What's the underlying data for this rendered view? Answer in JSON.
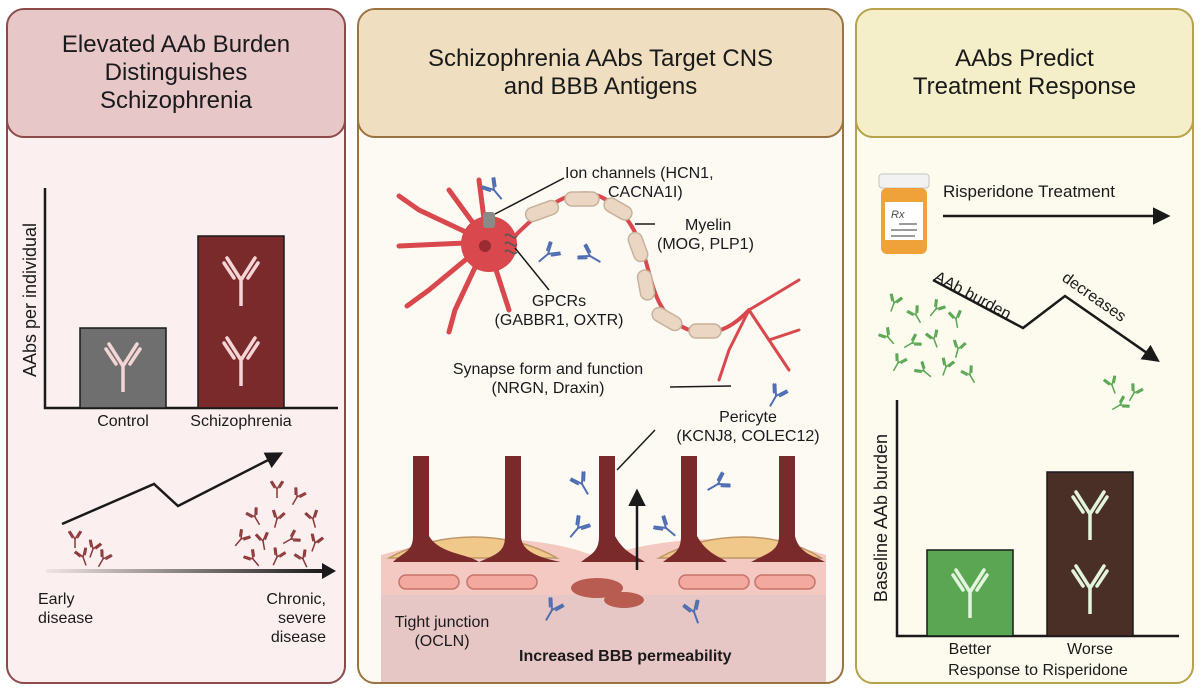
{
  "colors": {
    "panel1_bg": "#fbf0ef",
    "panel1_border": "#8c4a4a",
    "panel1_header": "#e7c7c7",
    "panel2_bg": "#fdfaf4",
    "panel2_border": "#9b7340",
    "panel2_header": "#f0dec0",
    "panel3_bg": "#fdfbee",
    "panel3_border": "#b5a24a",
    "panel3_header": "#f4eec9",
    "control_bar": "#6f6f6f",
    "schizo_bar": "#7a2a2a",
    "better_bar": "#5aa653",
    "worse_bar": "#4a2f26",
    "antibody_red": "#8c3a3a",
    "antibody_blue": "#4f6eb2",
    "antibody_green": "#5aa653",
    "neuron": "#d9484d"
  },
  "panel1": {
    "title_lines": [
      "Elevated AAb Burden",
      "Distinguishes",
      "Schizophrenia"
    ],
    "ylabel": "AAbs per individual",
    "bars": [
      "Control",
      "Schizophrenia"
    ],
    "early_lines": [
      "Early",
      "disease"
    ],
    "chronic_lines": [
      "Chronic,",
      "severe",
      "disease"
    ]
  },
  "panel2": {
    "title_lines": [
      "Schizophrenia AAbs Target CNS",
      "and BBB Antigens"
    ],
    "ion_channels": [
      "Ion channels (HCN1,",
      "CACNA1I)"
    ],
    "myelin": [
      "Myelin",
      "(MOG, PLP1)"
    ],
    "gpcrs": [
      "GPCRs",
      "(GABBR1, OXTR)"
    ],
    "synapse": [
      "Synapse form and function",
      "(NRGN, Draxin)"
    ],
    "pericyte": [
      "Pericyte",
      "(KCNJ8, COLEC12)"
    ],
    "tight_junction": [
      "Tight junction",
      "(OCLN)"
    ],
    "bbb_permeability": "Increased BBB permeability"
  },
  "panel3": {
    "title_lines": [
      "AAbs Predict",
      "Treatment Response"
    ],
    "treatment": "Risperidone Treatment",
    "aab_burden": "AAb burden",
    "decreases": "decreases",
    "ylabel": "Baseline AAb burden",
    "bars": [
      "Better",
      "Worse"
    ],
    "xlabel": "Response to Risperidone",
    "rx_label": "Rx"
  }
}
